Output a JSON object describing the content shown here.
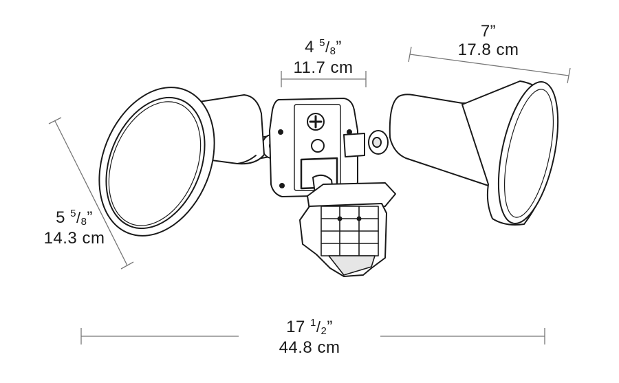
{
  "dimensions": {
    "top_center": {
      "whole": "4",
      "num": "5",
      "den": "8",
      "inch": "”",
      "metric": "11.7 cm"
    },
    "top_right": {
      "whole": "7",
      "num": "",
      "den": "",
      "inch": "”",
      "metric": "17.8 cm"
    },
    "left": {
      "whole": "5",
      "num": "5",
      "den": "8",
      "inch": "”",
      "metric": "14.3 cm"
    },
    "bottom": {
      "whole": "17",
      "num": "1",
      "den": "2",
      "inch": "”",
      "metric": "44.8 cm"
    }
  },
  "colors": {
    "line": "#1a1a1a",
    "dim_line": "#777777",
    "fill": "#ffffff",
    "shade": "#e6e6e6"
  }
}
